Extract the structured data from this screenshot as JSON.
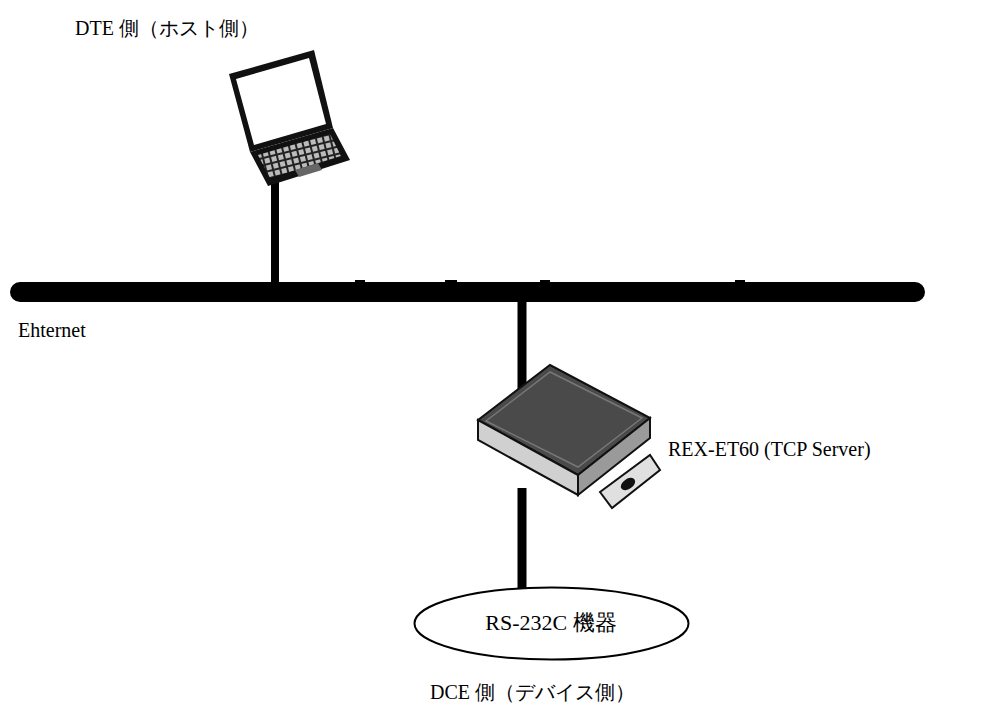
{
  "diagram": {
    "nodes": [
      {
        "text": [
          "RS-232C 機器"
        ]
      }
    ],
    "labels": [
      "DTE 側（ホスト側）",
      "Ehternet",
      "REX-ET60 (TCP Server)",
      "DCE 側（デバイス側）"
    ]
  }
}
